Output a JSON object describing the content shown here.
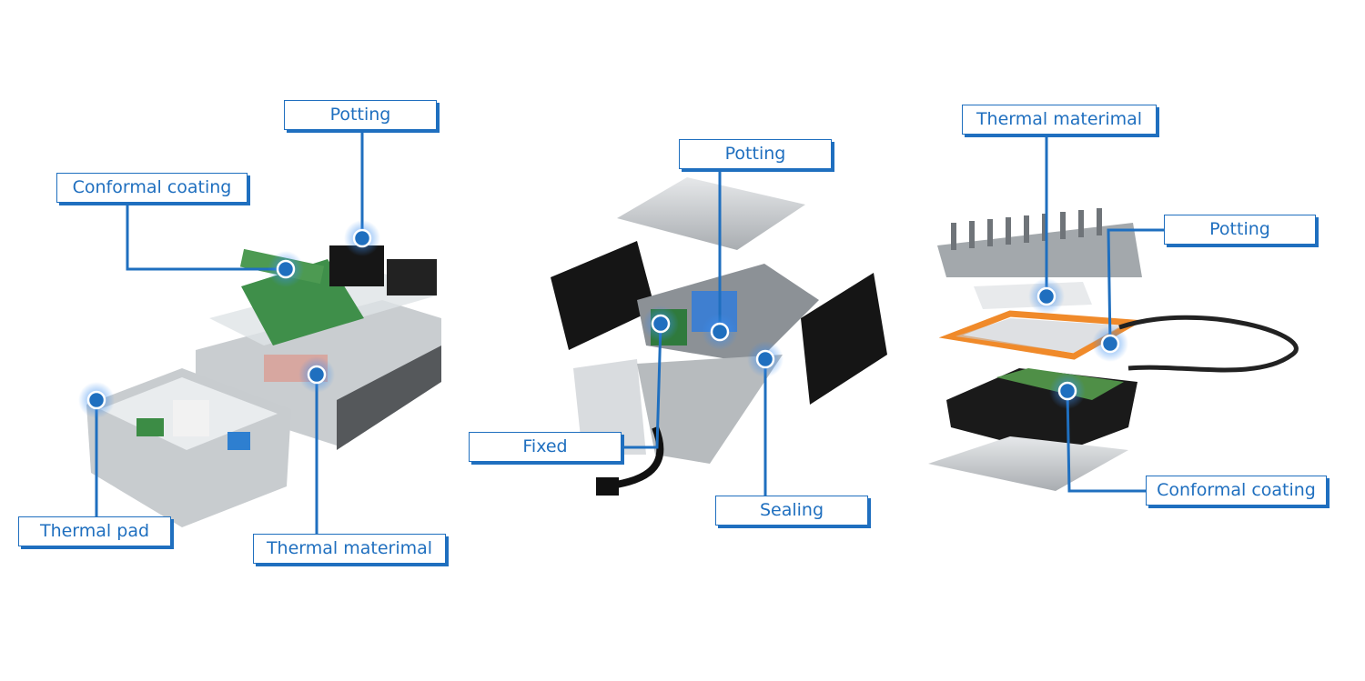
{
  "accent": "#1f6fbf",
  "products": [
    {
      "name": "junction-box-product",
      "labels": [
        "Potting",
        "Conformal coating",
        "Thermal pad",
        "Thermal materimal"
      ]
    },
    {
      "name": "power-module-product",
      "labels": [
        "Potting",
        "Fixed",
        "Sealing"
      ]
    },
    {
      "name": "heatsink-module-product",
      "labels": [
        "Thermal materimal",
        "Potting",
        "Conformal coating"
      ]
    }
  ]
}
